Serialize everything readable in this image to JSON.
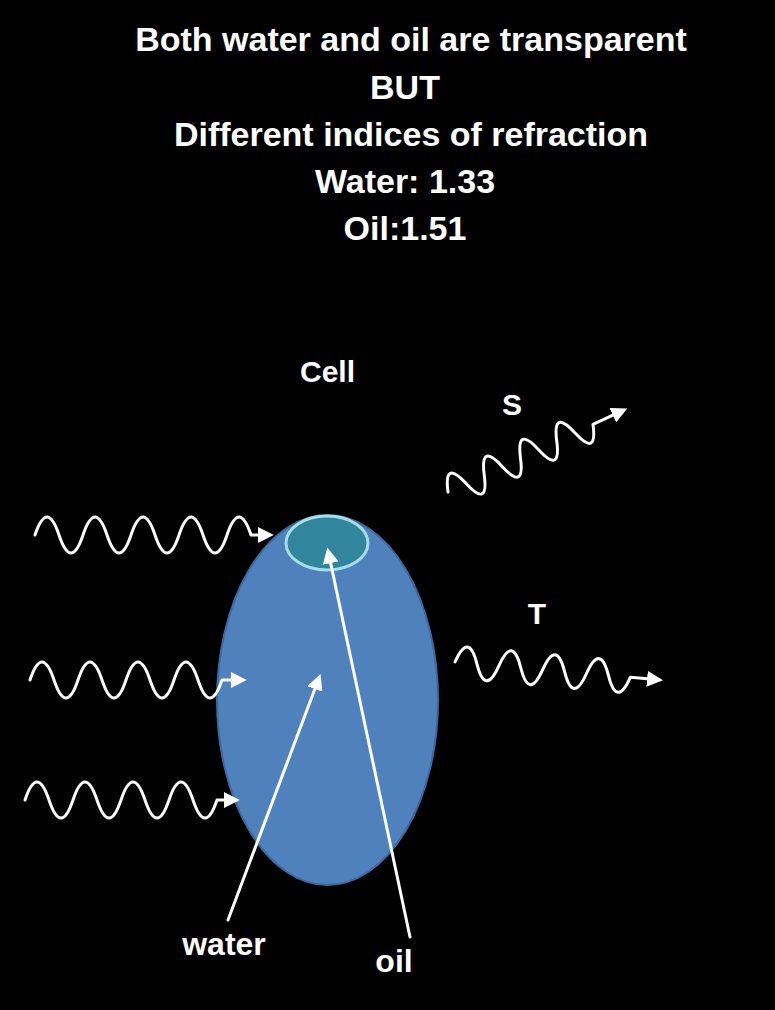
{
  "diagram": {
    "title": "Both water and oil are transparent",
    "nodes": [
      {
        "text": [
          "Cell"
        ]
      }
    ],
    "labels": [
      "BUT",
      "Different indices of refraction",
      "Water: 1.33",
      "Oil:1.51",
      "S",
      "T",
      "water",
      "oil"
    ]
  }
}
